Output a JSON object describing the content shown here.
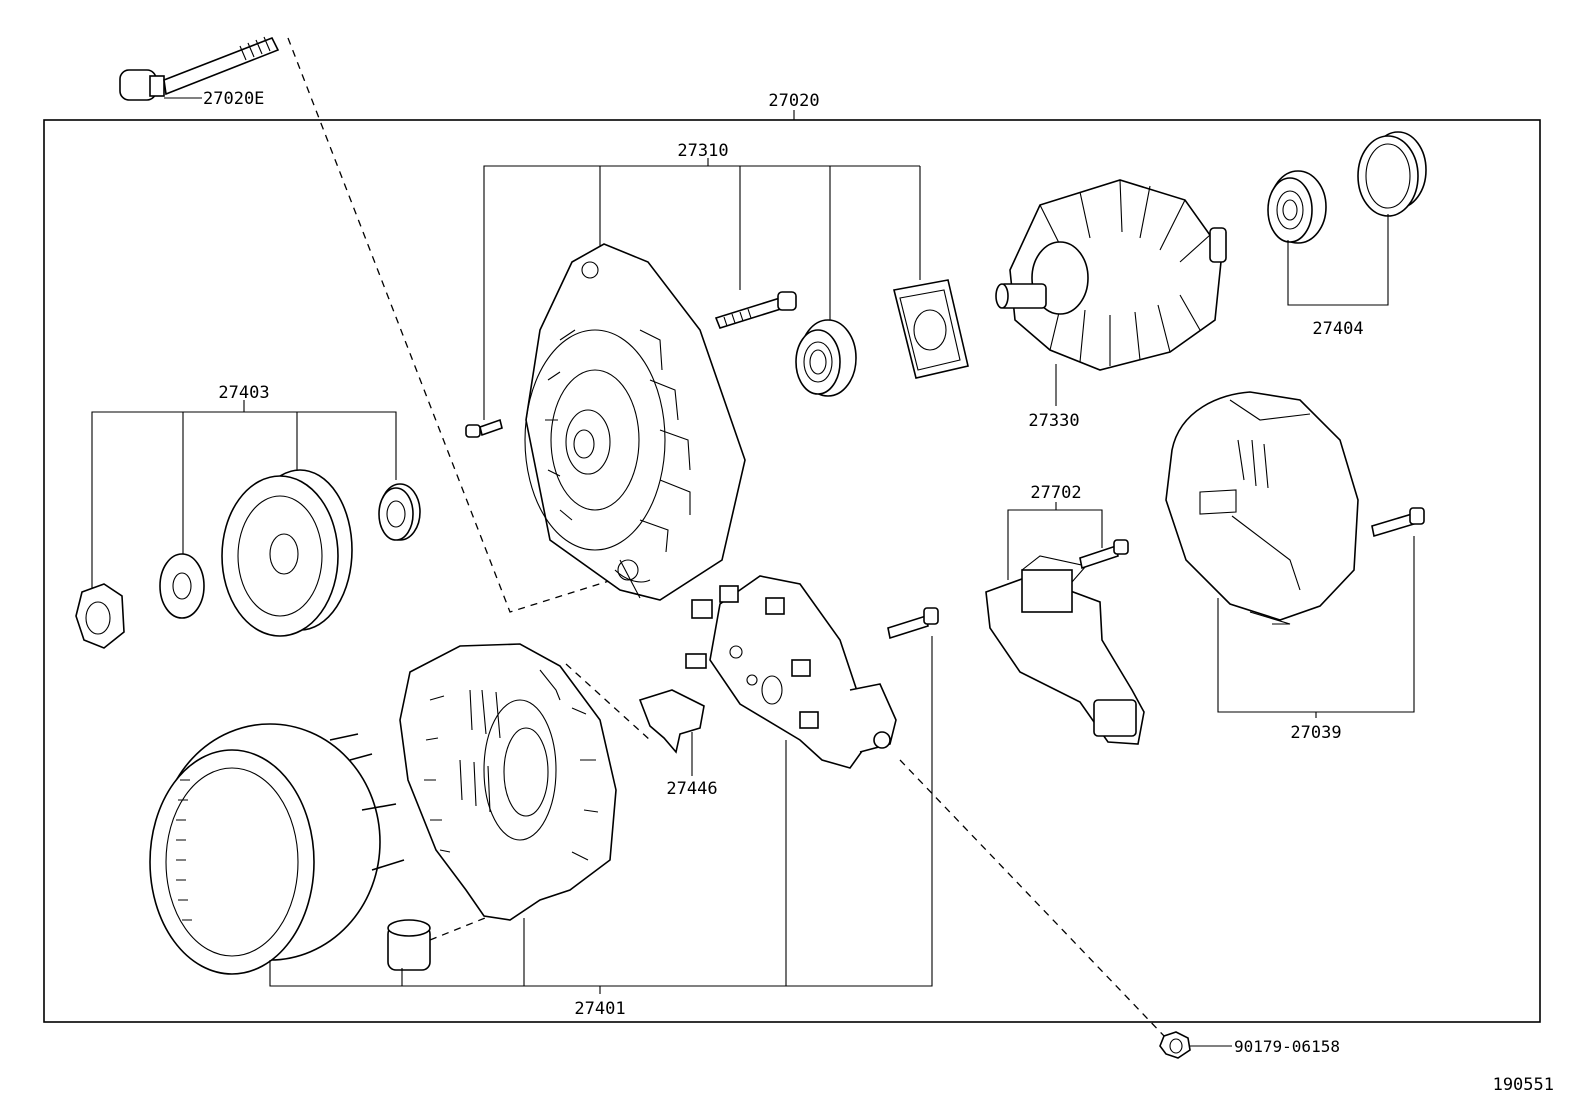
{
  "diagram": {
    "labels": {
      "assembly": "27020",
      "pivot_bolt": "27020E",
      "drive_end_frame": "27310",
      "rotor": "27330",
      "rear_bearing_kit": "27404",
      "pulley_kit": "27403",
      "regulator": "27702",
      "end_cover": "27039",
      "insulator": "27446",
      "rectifier_end_frame": "27401",
      "terminal_nut": "90179-06158",
      "drawing_number": "190551"
    }
  }
}
